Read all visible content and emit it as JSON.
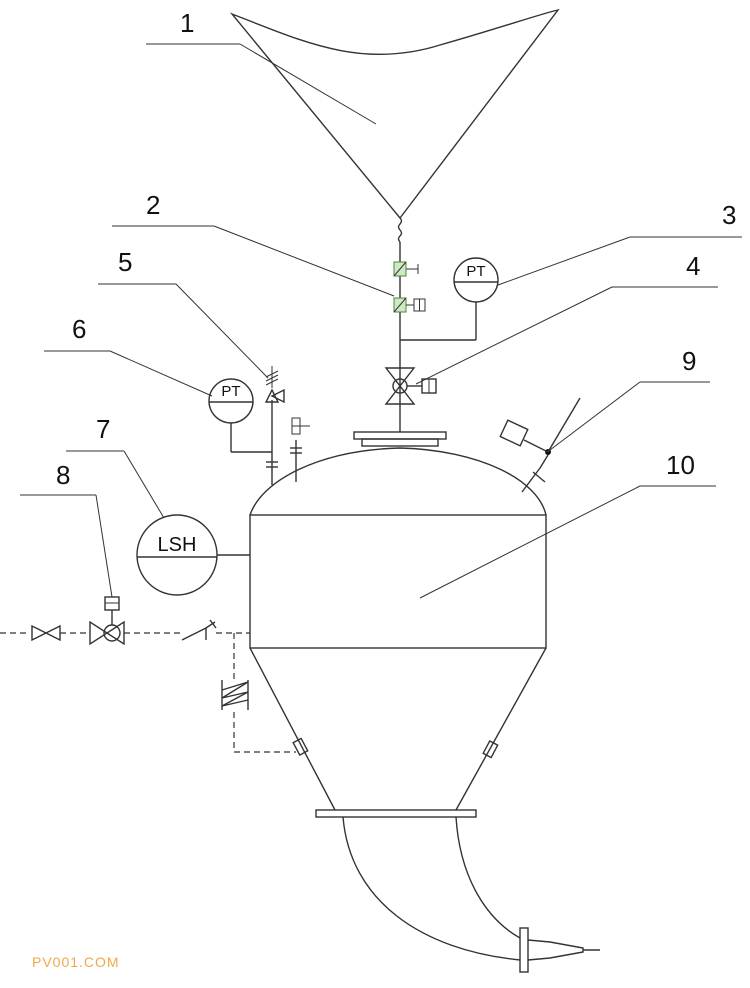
{
  "callouts": [
    "1",
    "2",
    "3",
    "4",
    "5",
    "6",
    "7",
    "8",
    "9",
    "10"
  ],
  "instruments": {
    "pt_top": "PT",
    "pt_left": "PT",
    "lsh": "LSH"
  },
  "watermark": "PV001.COM",
  "colors": {
    "line": "#333333",
    "valve_green": "#cfe8c6",
    "watermark": "#f2a74b"
  }
}
